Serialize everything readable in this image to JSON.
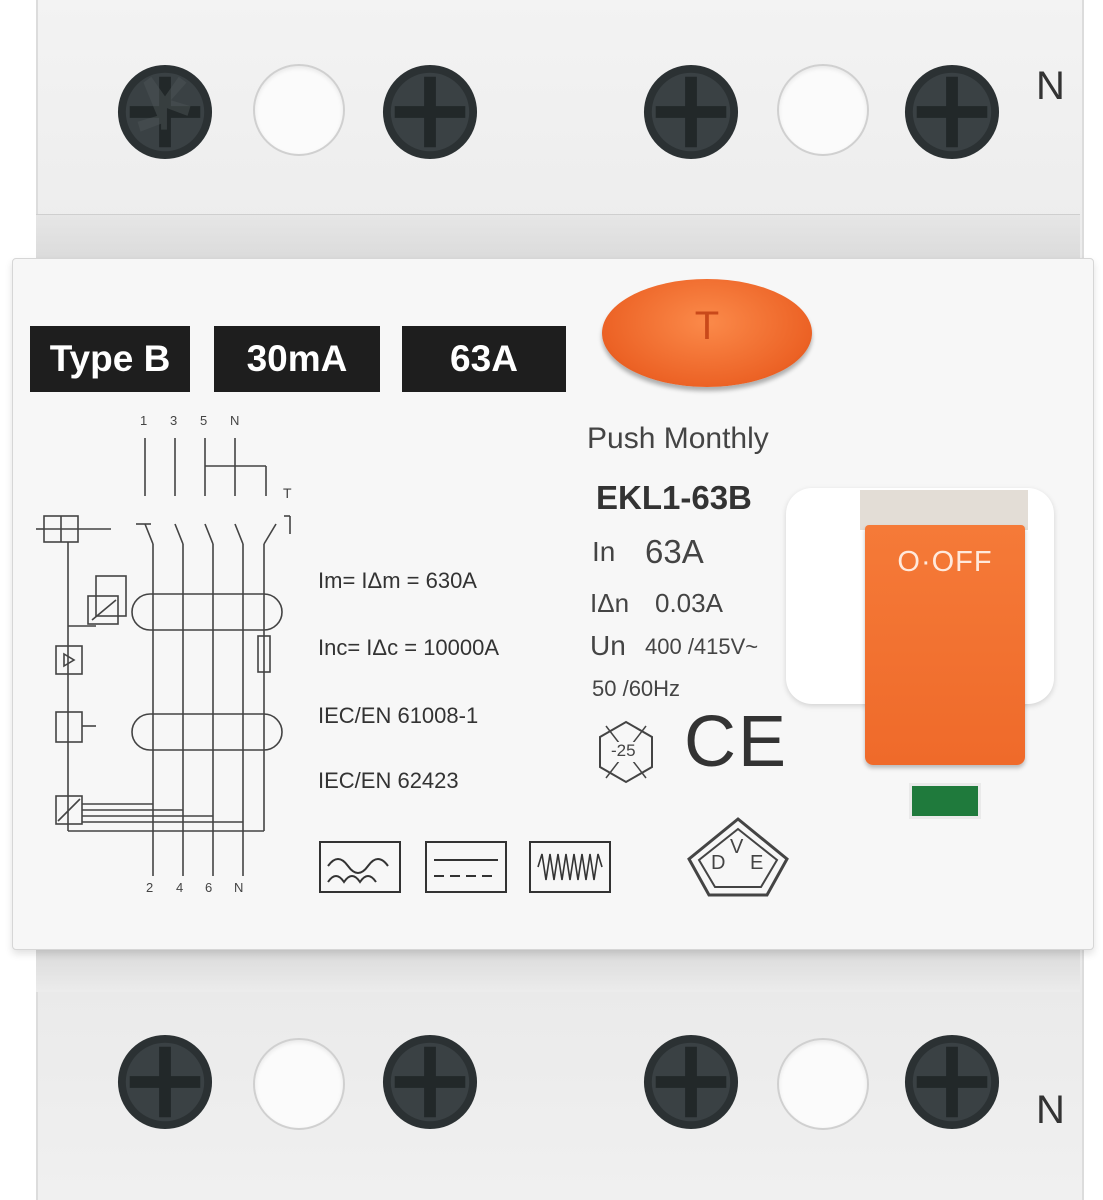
{
  "terminals": {
    "top_neutral_label": "N",
    "bottom_neutral_label": "N"
  },
  "badges": {
    "type": "Type B",
    "sensitivity": "30mA",
    "rating": "63A"
  },
  "test_button": {
    "symbol": "T",
    "caption": "Push Monthly"
  },
  "model": "EKL1-63B",
  "ratings": {
    "in_label": "In",
    "in_value": "63A",
    "idn_label": "IΔn",
    "idn_value": "0.03A",
    "un_label": "Un",
    "un_value": "400 /415V~",
    "frequency": "50 /60Hz",
    "temp_mark": "-25",
    "ce_mark": "CE",
    "vde_letters": [
      "D",
      "V",
      "E"
    ]
  },
  "specs": {
    "im": "Im= IΔm = 630A",
    "inc": "Inc= IΔc = 10000A",
    "std1": "IEC/EN 61008-1",
    "std2": "IEC/EN 62423"
  },
  "diagram": {
    "top_labels": [
      "1",
      "3",
      "5",
      "N"
    ],
    "bottom_labels": [
      "2",
      "4",
      "6",
      "N"
    ],
    "test_label": "T"
  },
  "switch": {
    "state_text": "O·OFF",
    "indicator_color": "#1f7a3c"
  },
  "colors": {
    "accent": "#ef6a2a",
    "badge_bg": "#1e1e1e",
    "screw": "#2e3436"
  }
}
